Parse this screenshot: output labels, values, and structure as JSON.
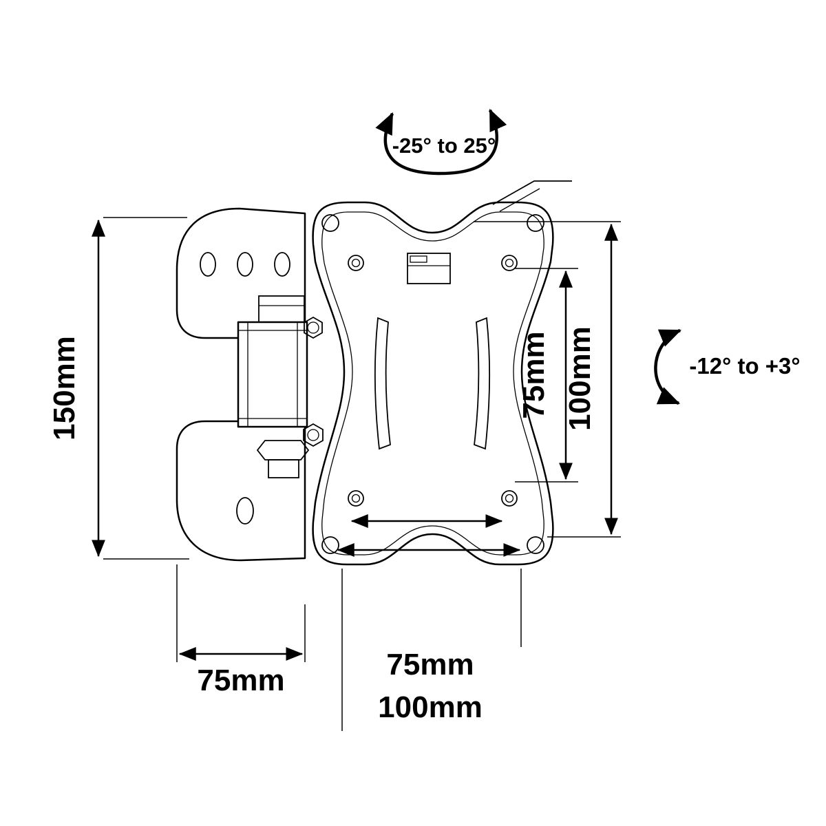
{
  "diagram": {
    "background": "#ffffff",
    "line_color": "#000000",
    "angles": {
      "swivel": "-25° to 25°",
      "tilt": "-12° to +3°"
    },
    "dimensions": {
      "bracket_height": "150mm",
      "wall_plate_depth": "75mm",
      "vesa_vertical_75": "75mm",
      "vesa_vertical_100": "100mm",
      "vesa_horizontal_75": "75mm",
      "vesa_horizontal_100": "100mm"
    }
  }
}
